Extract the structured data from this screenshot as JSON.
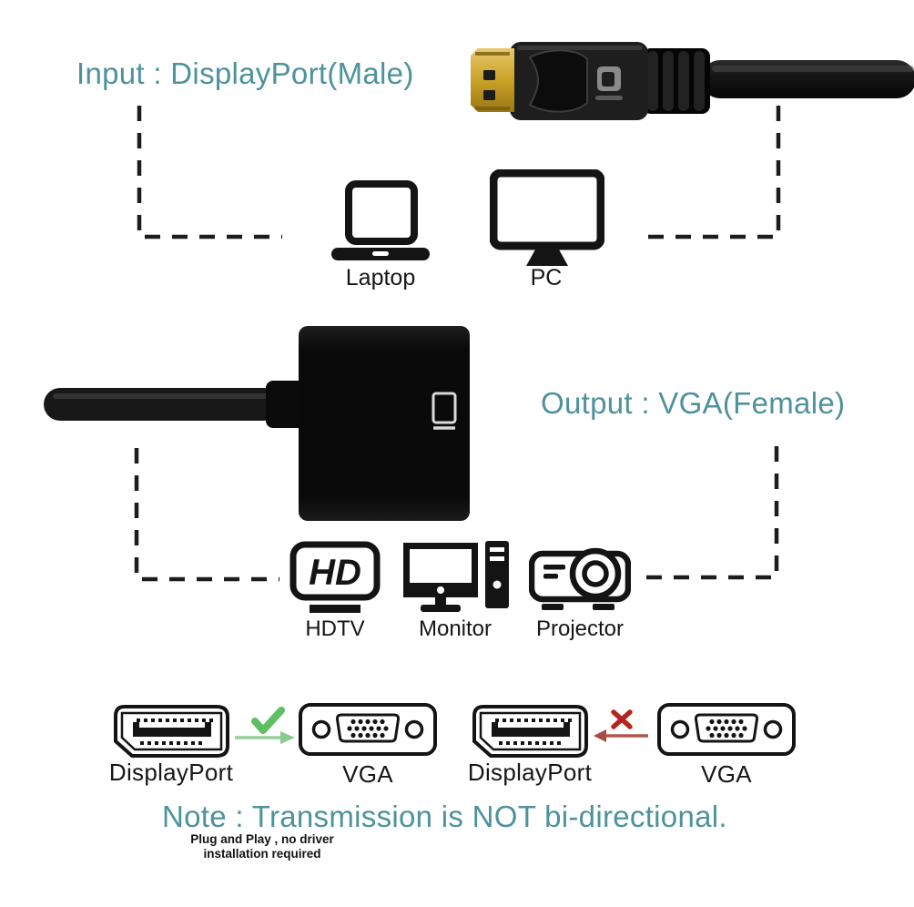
{
  "colors": {
    "heading_teal": "#4d929c",
    "icon_black": "#141414",
    "check_green": "#5fbf63",
    "arrow_green": "#8cc98f",
    "cross_red": "#b3261e",
    "arrow_red": "#a84b40",
    "connector_gold": "#c9a227"
  },
  "input_section": {
    "title": "Input : DisplayPort(Male)",
    "devices": [
      {
        "label": "Laptop"
      },
      {
        "label": "PC"
      }
    ]
  },
  "output_section": {
    "title": "Output : VGA(Female)",
    "hd_badge": "HD",
    "devices": [
      {
        "label": "HDTV"
      },
      {
        "label": "Monitor"
      },
      {
        "label": "Projector"
      }
    ]
  },
  "compatibility": {
    "allowed": {
      "left_label": "DisplayPort",
      "right_label": "VGA",
      "direction": "left-to-right"
    },
    "blocked": {
      "left_label": "DisplayPort",
      "right_label": "VGA",
      "direction": "right-to-left"
    }
  },
  "note": {
    "title": "Note : Transmission is NOT bi-directional.",
    "subtext_line1": "Plug and Play , no driver",
    "subtext_line2": "installation required"
  }
}
